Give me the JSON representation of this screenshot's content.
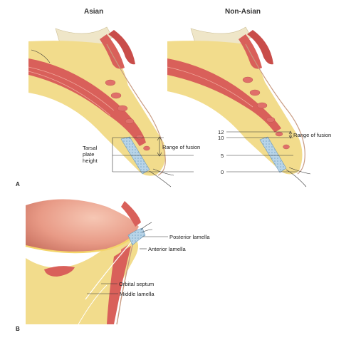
{
  "panelA": {
    "letter": "A",
    "asian": {
      "title": "Asian",
      "tarsal_label_lines": [
        "Tarsal",
        "plate",
        "height"
      ],
      "range_label": "Range of fusion"
    },
    "nonasian": {
      "title": "Non-Asian",
      "range_label": "Range of fusion",
      "scale_ticks": [
        "12",
        "10",
        "5",
        "0"
      ]
    }
  },
  "panelB": {
    "letter": "B",
    "labels": {
      "posterior": "Posterior lamella",
      "anterior": "Anterior lamella",
      "septum": "Orbital septum",
      "middle": "Middle lamella"
    }
  },
  "colors": {
    "fat": "#f2dc8c",
    "fat_dark": "#e6c86a",
    "muscle": "#d9605a",
    "muscle_light": "#ec9a8e",
    "skin": "#f6d7c3",
    "tarsus": "#b8d4e8",
    "bone": "#efe6c8",
    "globe": "#e9a08a"
  }
}
